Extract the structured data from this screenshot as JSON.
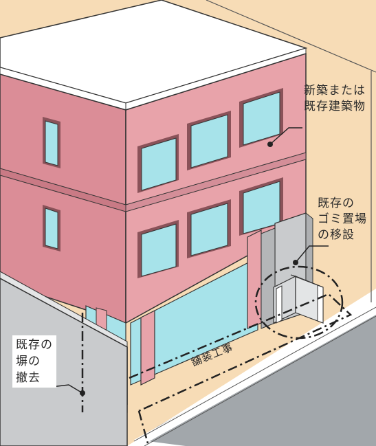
{
  "callouts": {
    "building": {
      "line1": "新築または",
      "line2": "既存建築物"
    },
    "garbage": {
      "line1": "既存の",
      "line2": "ゴミ置場",
      "line3": "の移設"
    },
    "fence": {
      "line1": "既存の",
      "line2": "塀の",
      "line3": "撤去"
    },
    "paving": "舗装工事"
  },
  "colors": {
    "ground": "#f7dcb6",
    "building_front": "#e8a3aa",
    "building_side": "#db8d97",
    "roof": "#ffffff",
    "window_glass": "#a7e3ea",
    "fence": "#c9cbcd",
    "road": "#a2a7ab"
  }
}
